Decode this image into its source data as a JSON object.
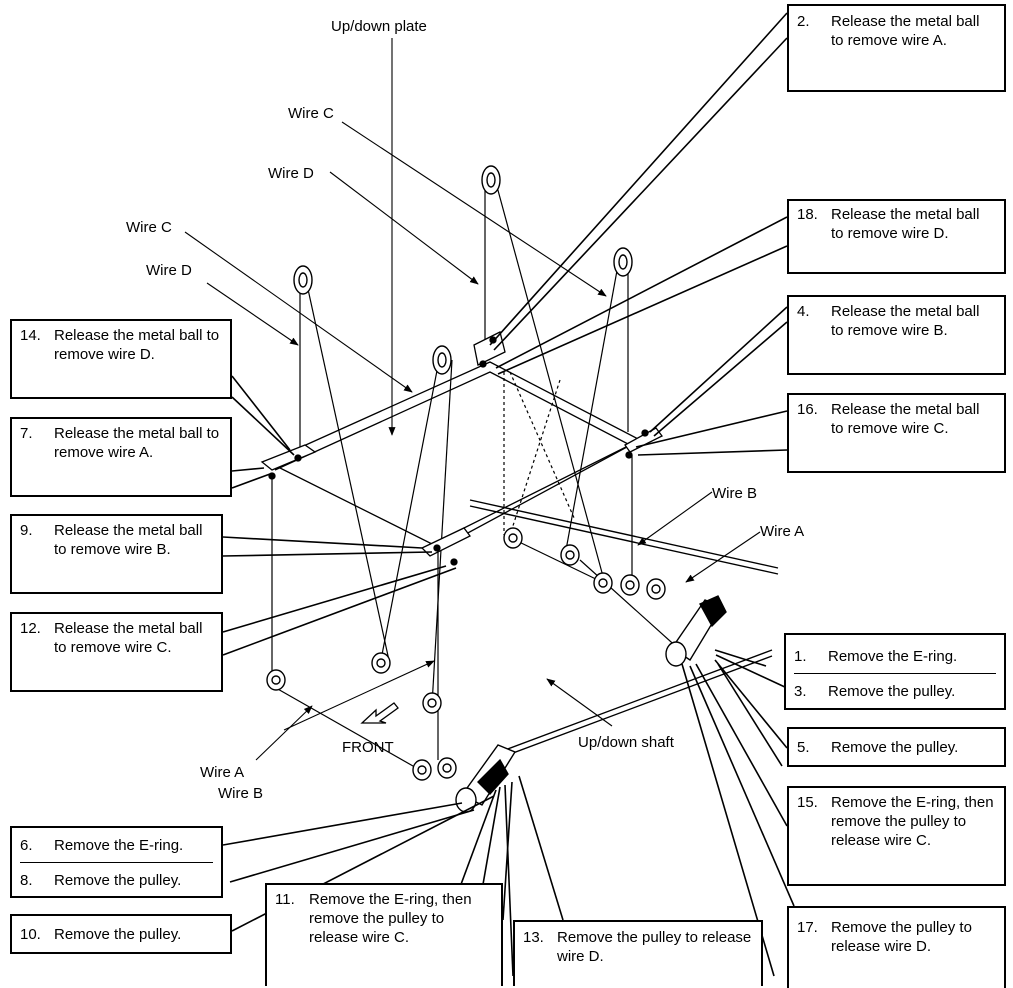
{
  "part_labels": {
    "updown_plate": "Up/down plate",
    "wire_c_top": "Wire C",
    "wire_d_top": "Wire D",
    "wire_c_left": "Wire C",
    "wire_d_left": "Wire D",
    "wire_b_right": "Wire B",
    "wire_a_right": "Wire A",
    "wire_a_bottom": "Wire A",
    "wire_b_bottom": "Wire B",
    "front": "FRONT",
    "updown_shaft": "Up/down shaft"
  },
  "steps": {
    "s1": {
      "num": "1.",
      "text": "Remove the E-ring."
    },
    "s2": {
      "num": "2.",
      "text": "Release the metal ball to remove wire A."
    },
    "s3": {
      "num": "3.",
      "text": "Remove the pulley."
    },
    "s4": {
      "num": "4.",
      "text": "Release the metal ball to remove wire B."
    },
    "s5": {
      "num": "5.",
      "text": "Remove the pulley."
    },
    "s6": {
      "num": "6.",
      "text": "Remove the E-ring."
    },
    "s7": {
      "num": "7.",
      "text": "Release the metal ball to remove wire A."
    },
    "s8": {
      "num": "8.",
      "text": "Remove the pulley."
    },
    "s9": {
      "num": "9.",
      "text": "Release the metal ball to remove wire B."
    },
    "s10": {
      "num": "10.",
      "text": "Remove the pulley."
    },
    "s11": {
      "num": "11.",
      "text": "Remove the E-ring, then remove the pulley to release wire C."
    },
    "s12": {
      "num": "12.",
      "text": "Release the metal ball to remove wire C."
    },
    "s13": {
      "num": "13.",
      "text": "Remove the pulley to release wire D."
    },
    "s14": {
      "num": "14.",
      "text": "Release the metal ball to remove wire D."
    },
    "s15": {
      "num": "15.",
      "text": "Remove the E-ring, then remove the pulley to release wire C."
    },
    "s16": {
      "num": "16.",
      "text": "Release the metal ball to remove wire C."
    },
    "s17": {
      "num": "17.",
      "text": "Remove the pulley to release wire D."
    },
    "s18": {
      "num": "18.",
      "text": "Release the metal ball to remove wire D."
    }
  }
}
